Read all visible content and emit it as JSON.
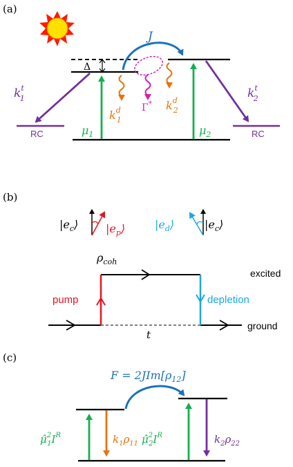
{
  "colors": {
    "black": "#000000",
    "blue": "#1a72b8",
    "purple": "#7030a0",
    "green": "#13b04b",
    "orange": "#e8730c",
    "magenta": "#d51fb4",
    "red": "#e8121e",
    "cyan": "#1aa7e0",
    "sun_fill": "#ffe000",
    "sun_rays": "#ff1a00"
  },
  "panel_a": {
    "label": "(a)",
    "J": "J",
    "delta": "Δ",
    "k1t": {
      "base": "k",
      "sub": "1",
      "sup": "t"
    },
    "k2t": {
      "base": "k",
      "sub": "2",
      "sup": "t"
    },
    "k1d": {
      "base": "k",
      "sub": "1",
      "sup": "d"
    },
    "k2d": {
      "base": "k",
      "sub": "2",
      "sup": "d"
    },
    "gamma": {
      "base": "Γ",
      "sup": "*"
    },
    "rc_left": "RC",
    "rc_right": "RC",
    "mu1": {
      "base": "μ",
      "sub": "1"
    },
    "mu2": {
      "base": "μ",
      "sub": "2"
    }
  },
  "panel_b": {
    "label": "(b)",
    "ket_ec_left": {
      "open": "|",
      "base": "e",
      "sub": "c",
      "close": "⟩"
    },
    "ket_ep": {
      "open": "|",
      "base": "e",
      "sub": "p",
      "close": "⟩"
    },
    "ket_ed": {
      "open": "|",
      "base": "e",
      "sub": "d",
      "close": "⟩"
    },
    "ket_ec_right": {
      "open": "|",
      "base": "e",
      "sub": "c",
      "close": "⟩"
    },
    "rho_coh": {
      "base": "ρ",
      "sub": "coh"
    },
    "excited": "excited",
    "ground": "ground",
    "pump": "pump",
    "depletion": "depletion",
    "t": "t"
  },
  "panel_c": {
    "label": "(c)",
    "flux_formula": "F = 2JIm[ρ",
    "flux_sub": "12",
    "flux_close": "]",
    "pump1": {
      "base": "μ̂",
      "sub": "1",
      "sup": "2",
      "tail": "I",
      "tail_sup": "R"
    },
    "decay1": {
      "base": "k",
      "sub": "1",
      "tail": "ρ",
      "tail_sub": "11"
    },
    "pump2": {
      "base": "μ̂",
      "sub": "2",
      "sup": "2",
      "tail": "I",
      "tail_sup": "R"
    },
    "decay2": {
      "base": "k",
      "sub": "2",
      "tail": "ρ",
      "tail_sub": "22"
    }
  }
}
